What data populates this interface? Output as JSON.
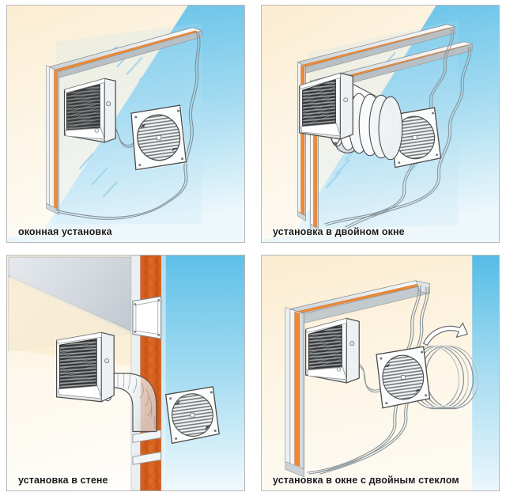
{
  "figure": {
    "title_visible": false,
    "layout": "2x2 grid of illustration panels",
    "panel_count": 4
  },
  "panels": [
    {
      "id": "panel-1",
      "caption": "оконная установка",
      "position": "top-left",
      "scene": "window-installation",
      "elements": {
        "indoor_unit_label": "indoor grille unit",
        "outdoor_fan_label": "outdoor fan grille",
        "frame_label": "window frame",
        "glass_label": "window glass",
        "cable_label": "connection cable"
      }
    },
    {
      "id": "panel-2",
      "caption": "установка в двойном окне",
      "position": "top-right",
      "scene": "double-window-installation",
      "elements": {
        "indoor_unit_label": "indoor grille unit",
        "duct_label": "telescopic duct",
        "outdoor_fan_label": "outdoor fan grille",
        "frame_label": "double window frame",
        "glass_label": "window glass",
        "cable_label": "connection cable"
      }
    },
    {
      "id": "panel-3",
      "caption": "установка  в стене",
      "position": "bottom-left",
      "scene": "wall-installation",
      "elements": {
        "indoor_unit_label": "indoor grille unit",
        "duct_label": "flexible elbow duct",
        "outdoor_fan_label": "outdoor fan grille",
        "wall_label": "brick wall cutaway",
        "ceiling_label": "ceiling"
      }
    },
    {
      "id": "panel-4",
      "caption": "установка в окне с двойным стеклом",
      "position": "bottom-right",
      "scene": "double-glazed-window-installation",
      "elements": {
        "indoor_unit_label": "indoor grille unit",
        "outdoor_fan_label": "outdoor fan grille",
        "hose_coil_label": "flexible hose coil",
        "arrow_label": "installation direction arrow",
        "frame_label": "window frame",
        "cable_label": "connection cable"
      }
    }
  ],
  "colors": {
    "sky_top": "#5fc0e8",
    "sky_bottom": "#e9f5fb",
    "wall_warm": "#fbeed3",
    "wall_warm_light": "#fdf7e9",
    "frame_orange": "#ef8a33",
    "brick_orange": "#d9601e",
    "frame_grey": "#d8dce0",
    "grille_dark": "#3b3b3b",
    "outline": "#4a4a4a",
    "panel_border": "#b9b9b9",
    "caption_text": "#1a1a1a",
    "page_background": "#ffffff"
  }
}
